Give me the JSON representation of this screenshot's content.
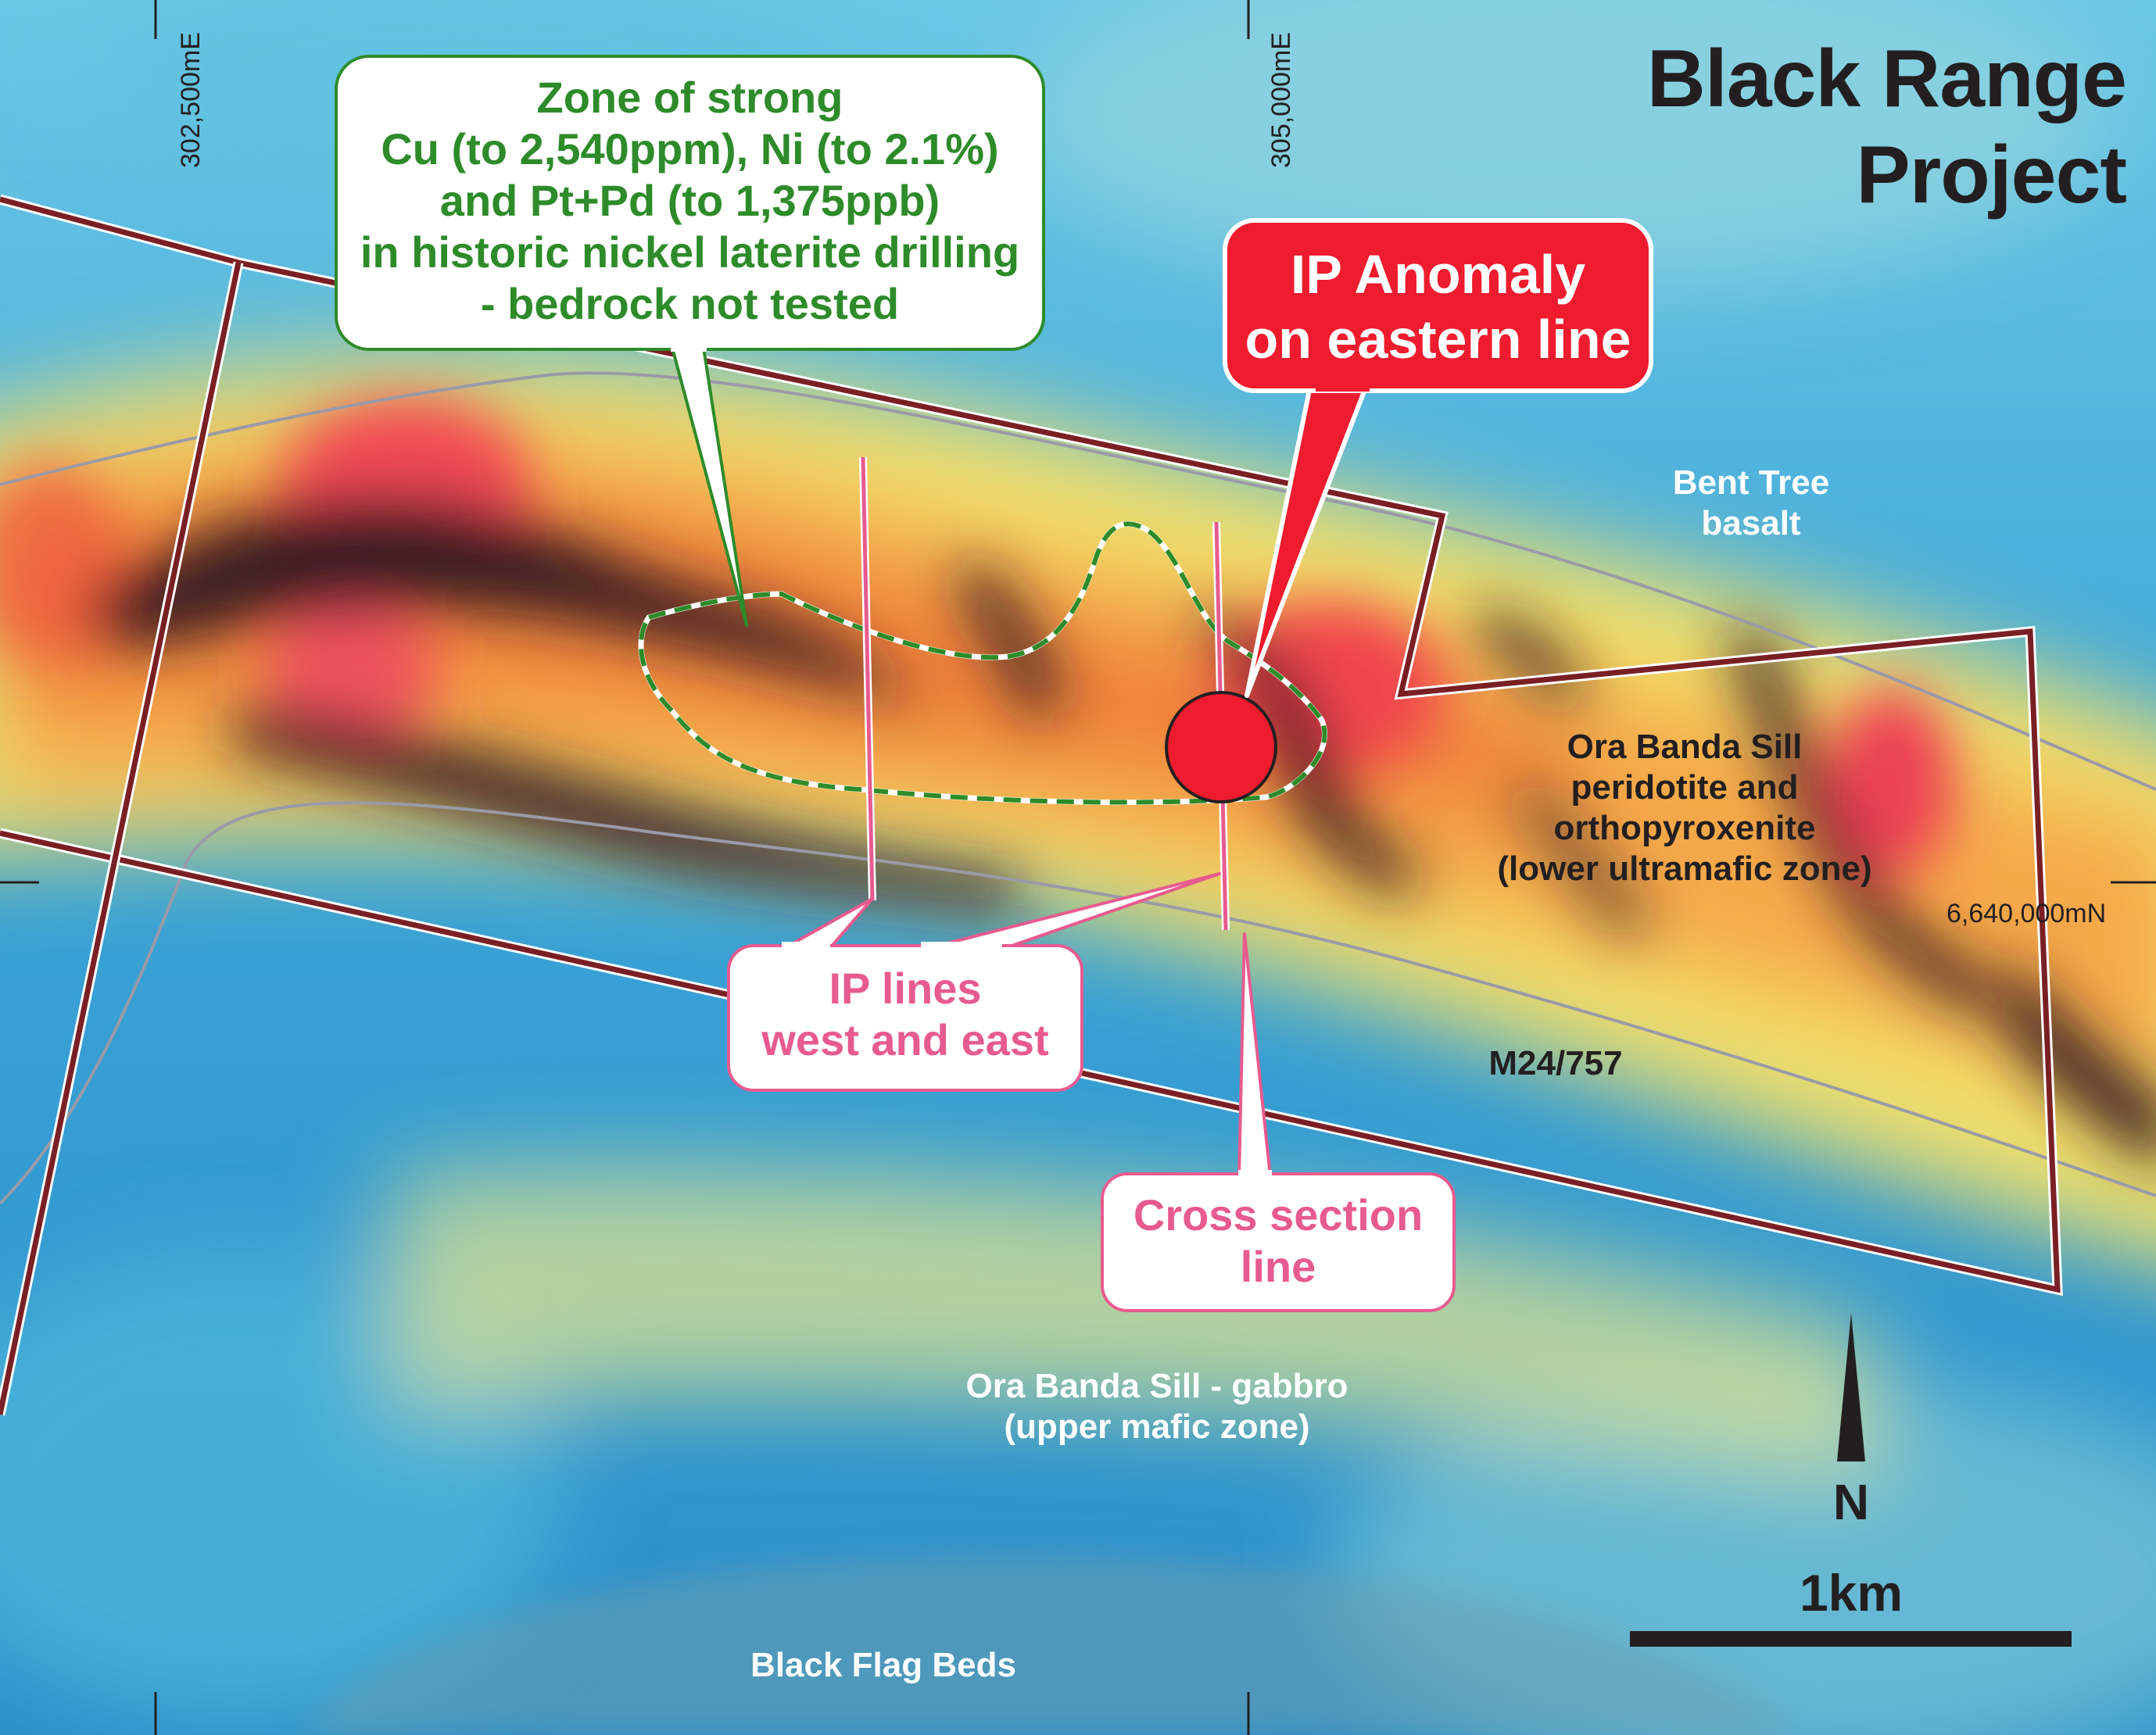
{
  "title": "Black Range Project",
  "grid": {
    "easting_west": "302,500mE",
    "easting_east": "305,000mE",
    "northing": "6,640,000mN"
  },
  "callouts": {
    "zone": {
      "line1": "Zone of strong",
      "line2": "Cu (to 2,540ppm), Ni (to 2.1%)",
      "line3": "and Pt+Pd (to 1,375ppb)",
      "line4": "in historic nickel laterite drilling",
      "line5": "- bedrock not tested"
    },
    "ip_anomaly": {
      "line1": "IP Anomaly",
      "line2": "on eastern line"
    },
    "ip_lines": {
      "line1": "IP lines",
      "line2": "west and east"
    },
    "cross_section": {
      "line1": "Cross section",
      "line2": "line"
    }
  },
  "geology_labels": {
    "bent_tree": {
      "line1": "Bent Tree",
      "line2": "basalt"
    },
    "ora_banda_ultramafic": {
      "line1": "Ora Banda Sill",
      "line2": "peridotite and",
      "line3": "orthopyroxenite",
      "line4": "(lower ultramafic zone)"
    },
    "tenement": "M24/757",
    "ora_banda_gabbro": {
      "line1": "Ora Banda Sill - gabbro",
      "line2": "(upper mafic zone)"
    },
    "black_flag": "Black Flag Beds"
  },
  "north_arrow": "N",
  "scale_bar": "1km",
  "colors": {
    "tenement_outline": "#7a1f24",
    "callout_green": "#2e8b2a",
    "callout_red": "#ee1c2e",
    "callout_pink": "#e75b8f",
    "anomaly_dot": "#ee1c2e"
  }
}
